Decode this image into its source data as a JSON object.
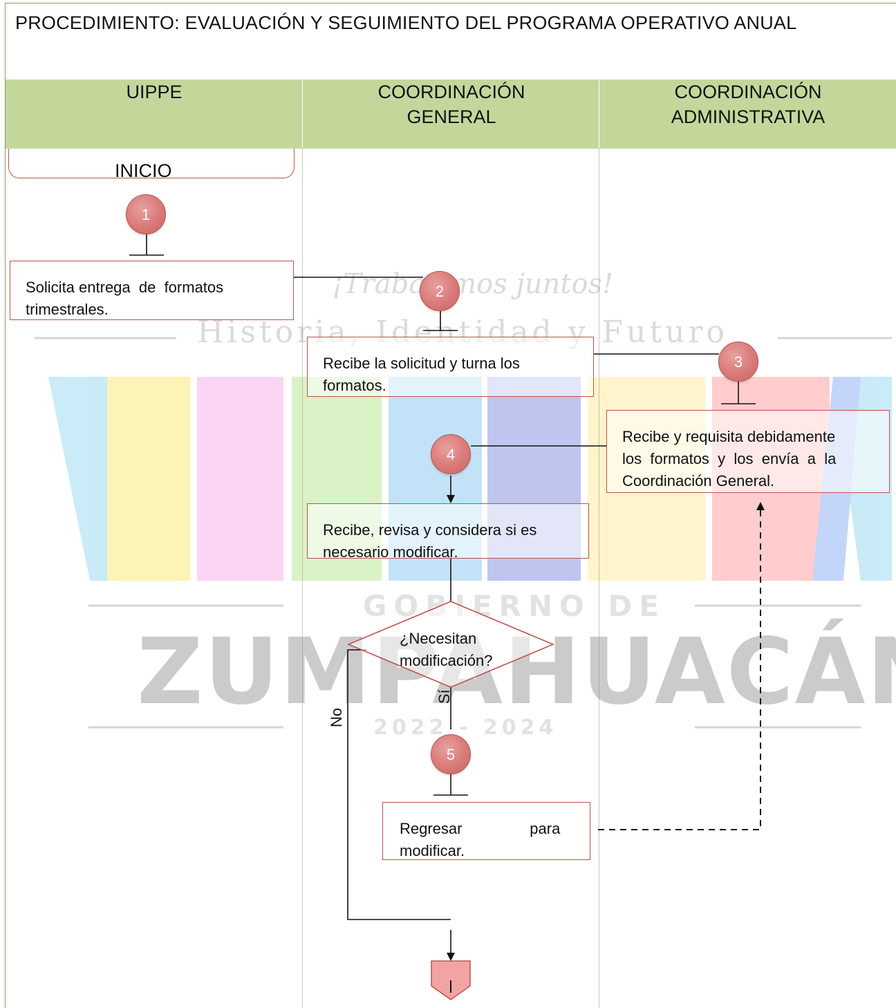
{
  "title": "PROCEDIMIENTO: EVALUACIÓN Y SEGUIMIENTO DEL PROGRAMA OPERATIVO ANUAL",
  "lanes": [
    {
      "name_line1": "UIPPE",
      "name_line2": ""
    },
    {
      "name_line1": "COORDINACIÓN",
      "name_line2": "GENERAL"
    },
    {
      "name_line1": "COORDINACIÓN",
      "name_line2": "ADMINISTRATIVA"
    }
  ],
  "start": {
    "label": "INICIO"
  },
  "steps": [
    {
      "number": "1",
      "line1": "Solicita entrega  de  formatos",
      "line2": "trimestrales."
    },
    {
      "number": "2",
      "line1": "Recibe la solicitud y turna los",
      "line2": "formatos."
    },
    {
      "number": "3",
      "line1": "Recibe y requisita debidamente",
      "line2": "los  formatos  y  los  envía  a  la",
      "line3": "Coordinación General."
    },
    {
      "number": "4",
      "line1": "Recibe, revisa y considera si es",
      "line2": "necesario modificar."
    },
    {
      "number": "5",
      "line1": "Regresar                para",
      "line2": "modificar."
    }
  ],
  "decision": {
    "line1": "¿Necesitan",
    "line2": "modificación?",
    "yes_label": "Sí",
    "no_label": "No"
  },
  "watermark": {
    "tagline": "¡Trabajemos juntos!",
    "subtitle": "Historia, Identidad y Futuro",
    "gov": "GOBIERNO DE",
    "name": "ZUMPAHUACÁN",
    "years": "2022  -  2024"
  },
  "colors": {
    "header": "#c4d79b",
    "box_border": "#c0504d",
    "circle": "#d97a78"
  }
}
